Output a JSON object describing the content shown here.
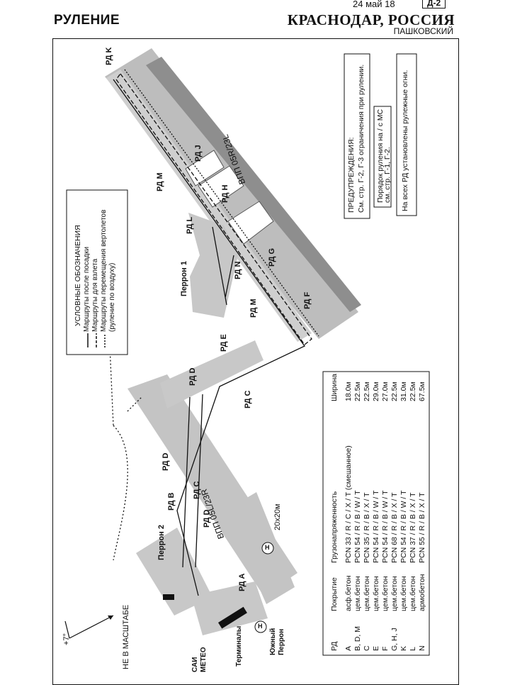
{
  "header": {
    "section": "РУЛЕНИЕ",
    "date": "24 май 18",
    "page": "Д-2",
    "city": "КРАСНОДАР, РОССИЯ",
    "airport": "ПАШКОВСКИЙ"
  },
  "legend": {
    "title": "УСЛОВНЫЕ ОБОЗНАЧЕНИЯ",
    "items": [
      "Маршруты после посадки",
      "Маршруты для взлета",
      "Маршруты перемещения вертолетов",
      "(руление по воздуху)"
    ]
  },
  "warnings": {
    "title": "ПРЕДУПРЕЖДЕНИЯ:",
    "line1": "См. стр. Г-2, Г-3 ограничения при рулении.",
    "line2": "Порядок руления на / с МС",
    "line3": "см. стр. Г-1, Г-2.",
    "line4": "На всех РД установлены рулежные огни."
  },
  "runways": {
    "upper": "ВПП 05R/23L",
    "lower": "ВПП 05L/23R",
    "size": "20x20м"
  },
  "taxiways": {
    "k": "РД K",
    "j": "РД J",
    "h": "РД H",
    "m1": "РД M",
    "m2": "РД M",
    "l": "РД L",
    "n": "РД N",
    "g": "РД G",
    "f": "РД F",
    "e": "РД E",
    "c1": "РД C",
    "d1": "РД D",
    "d2": "РД D",
    "c2": "РД C",
    "b": "РД B",
    "d3": "РД D",
    "a": "РД A"
  },
  "aprons": {
    "p1": "Перрон 1",
    "p2": "Перрон 2",
    "south1": "Южный",
    "south2": "Перрон",
    "terminals": "Терминалы",
    "sai": "САИ",
    "meteo": "МЕТЕО",
    "heli": "H"
  },
  "north": {
    "variation": "+7°",
    "scale_note": "НЕ В МАСШТАБЕ"
  },
  "table": {
    "headers": [
      "РД",
      "Покрытие",
      "Грузонапряженность",
      "Ширина"
    ],
    "rows": [
      [
        "A",
        "асф.бетон",
        "PCN 33 / R / C / X / T (смешанное)",
        "18.0м"
      ],
      [
        "B, D, M",
        "цем.бетон",
        "PCN 54 / R / B / W / T",
        "22.5м"
      ],
      [
        "C",
        "цем.бетон",
        "PCN 35 / R / B / X / T",
        "22.5м"
      ],
      [
        "E",
        "цем.бетон",
        "PCN 54 / R / B / W / T",
        "29.0м"
      ],
      [
        "F",
        "цем.бетон",
        "PCN 54 / R / B / W / T",
        "27.0м"
      ],
      [
        "G, H, J",
        "цем.бетон",
        "PCN 68 / R / B / X / T",
        "22.5м"
      ],
      [
        "K",
        "цем.бетон",
        "PCN 54 / R / B / W / T",
        "31.0м"
      ],
      [
        "L",
        "цем.бетон",
        "PCN 37 / R / B / X / T",
        "22.5м"
      ],
      [
        "N",
        "армобетон",
        "PCN 55 / R / B / X / T",
        "67.5м"
      ]
    ]
  }
}
